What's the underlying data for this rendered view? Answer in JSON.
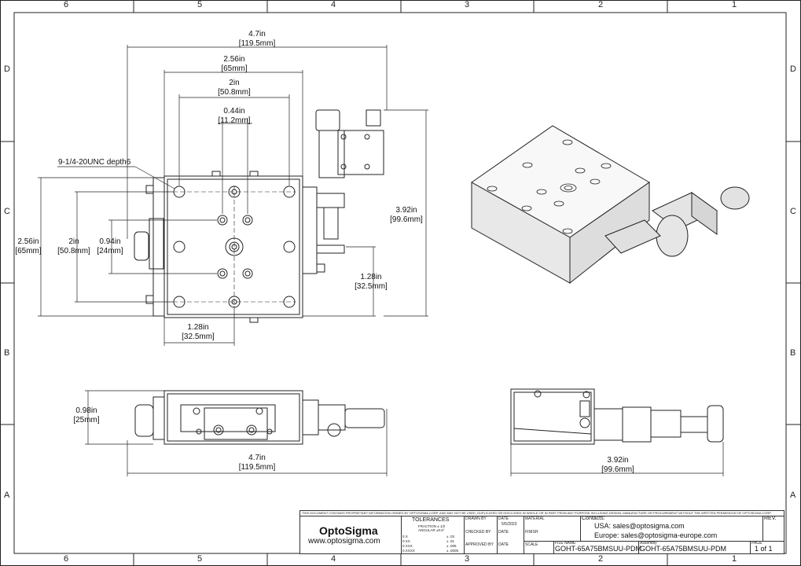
{
  "zones": {
    "top": [
      "6",
      "5",
      "4",
      "3",
      "2",
      "1"
    ],
    "bottom": [
      "6",
      "5",
      "4",
      "3",
      "2",
      "1"
    ],
    "left": [
      "D",
      "C",
      "B",
      "A"
    ],
    "right": [
      "D",
      "C",
      "B",
      "A"
    ]
  },
  "dims": {
    "w47_in": "4.7in",
    "w47_mm": "[119.5mm]",
    "w256_in": "2.56in",
    "w256_mm": "[65mm]",
    "w2_in": "2in",
    "w2_mm": "[50.8mm]",
    "w044_in": "0.44in",
    "w044_mm": "[11.2mm]",
    "thread": "9-1/4-20UNC depth6",
    "h392_in": "3.92in",
    "h392_mm": "[99.6mm]",
    "h256_in": "2.56in",
    "h256_mm": "[65mm]",
    "h2_in": "2in",
    "h2_mm": "[50.8mm]",
    "h094_in": "0.94in",
    "h094_mm": "[24mm]",
    "h128_in": "1.28in",
    "h128_mm": "[32.5mm]",
    "w128_in": "1.28in",
    "w128_mm": "[32.5mm]",
    "h098_in": "0.98in",
    "h098_mm": "[25mm]",
    "fw47_in": "4.7in",
    "fw47_mm": "[119.5mm]",
    "sw392_in": "3.92in",
    "sw392_mm": "[99.6mm]"
  },
  "title_block": {
    "notice": "THIS DOCUMENT CONTAINS PROPRIETARY INFORMATION OWNED BY OPTOSIGMA CORP. AND MAY NOT BE USED, DUPLICATED OR DISCLOSED IN WHOLE OR IN PART FROM ANY PURPOSE INCLUDING DESIGN, MANUFACTURE OR PROCUREMENT WITHOUT THE WRITTEN PERMISSION OF OPTOSIGMA CORP.",
    "brand": "OptoSigma",
    "website": "www.optosigma.com",
    "tolerances": "TOLERANCES",
    "fraction": "FRACTION ± 1/2",
    "angular": "ANGULAR ±0.5°",
    "tol_rows": [
      {
        "label": "0.X",
        "value": "± .03"
      },
      {
        "label": "0.XX",
        "value": "± .01"
      },
      {
        "label": "0.XXX",
        "value": "± .005"
      },
      {
        "label": "0.XXXX",
        "value": "± .0005"
      }
    ],
    "drawn_by": "DRAWN BY",
    "checked_by": "CHECKED BY",
    "approved_by": "APPROVED BY",
    "date_label": "DATE",
    "date_value": "5/5/2023",
    "material": "MATERIAL",
    "finish": "FINISH",
    "scale": "SCALE",
    "contacts": "Contacts:",
    "usa": "USA: sales@optosigma.com",
    "europe": "Europe: sales@optosigma-europe.com",
    "rev": "REV.",
    "file_name_label": "FILE NAME",
    "file_name": "GOHT-65A75BMSUU-PDM",
    "assembly_label": "Assembly",
    "assembly": "GOHT-65A75BMSUU-PDM",
    "page_label": "PAGE",
    "page": "1 of 1"
  }
}
